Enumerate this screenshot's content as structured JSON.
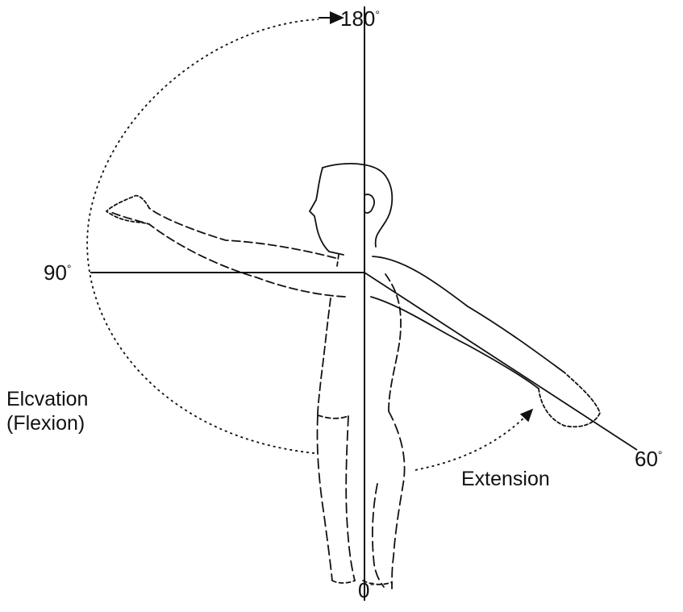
{
  "diagram": {
    "labels": {
      "deg_180": "180",
      "deg_90": "90",
      "deg_60": "60",
      "deg_0": "0",
      "elevation_line1": "Elcvation",
      "elevation_line2": "(Flexion)",
      "extension": "Extension"
    },
    "degree_symbol": "°",
    "colors": {
      "ink": "#111111",
      "background": "#ffffff"
    }
  }
}
